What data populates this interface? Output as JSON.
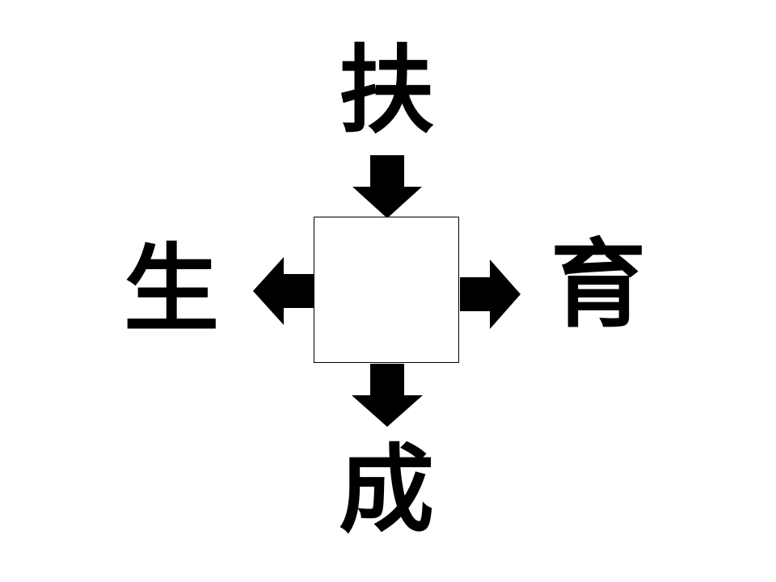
{
  "puzzle": {
    "top": "扶",
    "left": "生",
    "right": "育",
    "bottom": "成",
    "answer": ""
  },
  "colors": {
    "ink": "#000000",
    "background": "#ffffff"
  },
  "icons": {
    "arrow_top": "arrow-down-icon",
    "arrow_left": "arrow-left-icon",
    "arrow_right": "arrow-right-icon",
    "arrow_bottom": "arrow-down-icon"
  }
}
